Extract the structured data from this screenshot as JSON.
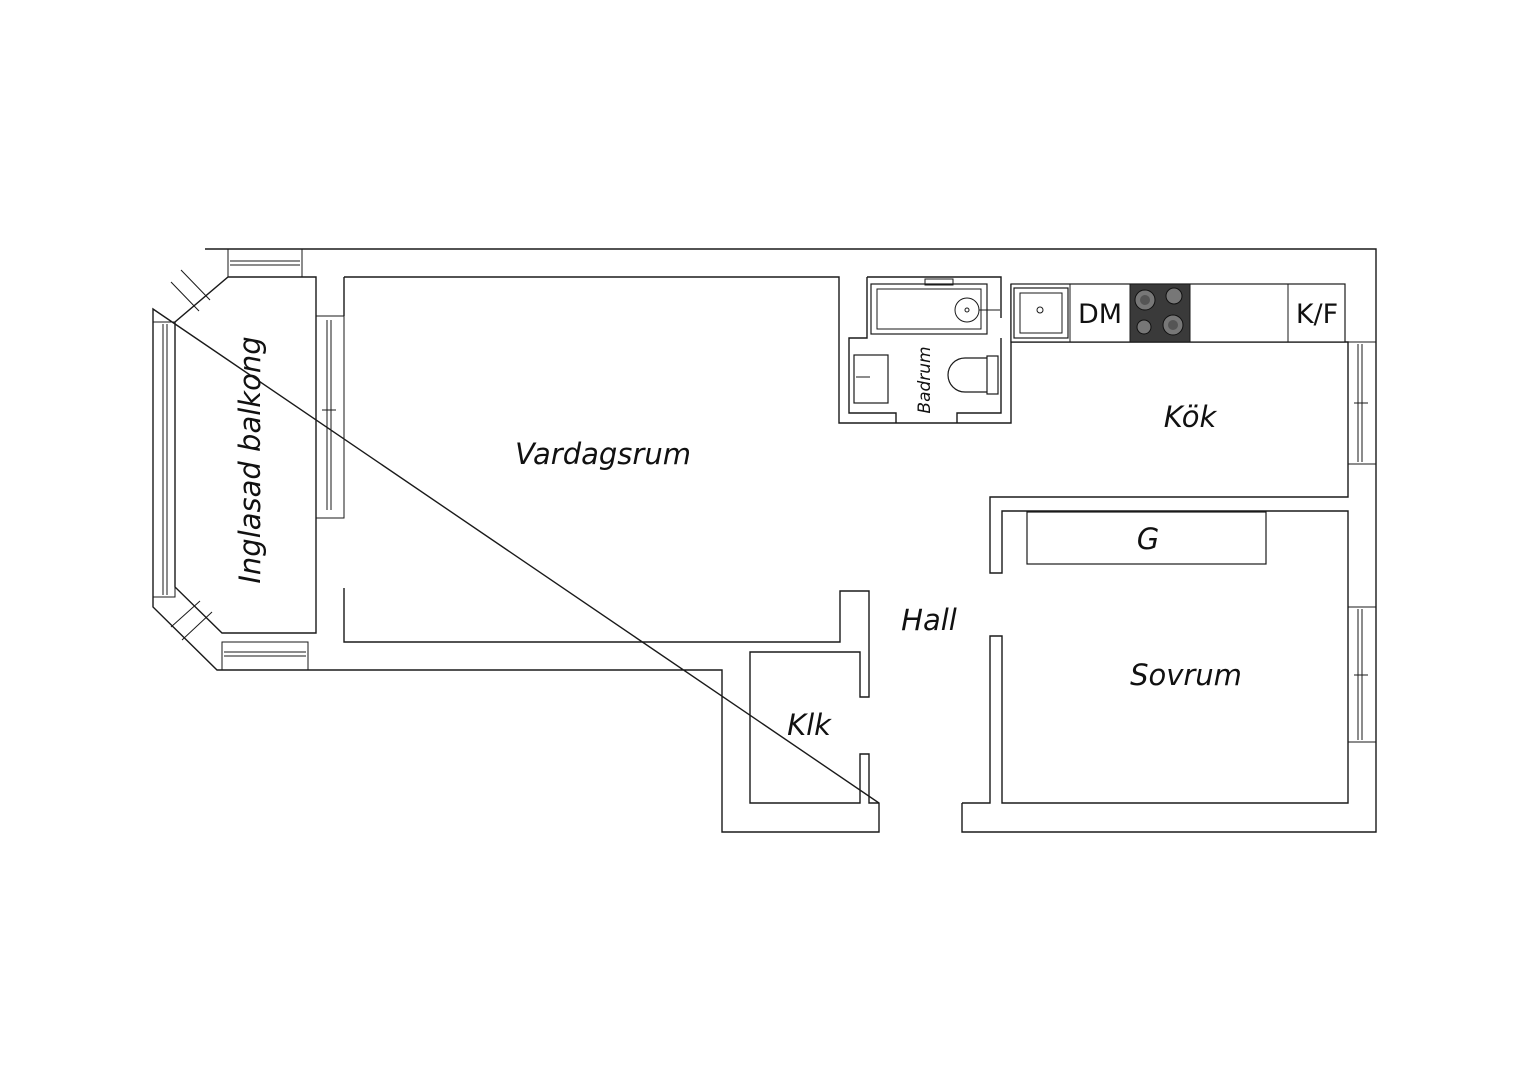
{
  "rooms": {
    "balcony": "Inglasad balkong",
    "living": "Vardagsrum",
    "bathroom": "Badrum",
    "kitchen": "Kök",
    "hall": "Hall",
    "closet": "Klk",
    "bedroom": "Sovrum",
    "wardrobe": "G"
  },
  "appliances": {
    "dishwasher": "DM",
    "fridge_freezer": "K/F"
  },
  "colors": {
    "line": "#1a1a1a",
    "stove": "#3a3a3a",
    "background": "#ffffff"
  }
}
